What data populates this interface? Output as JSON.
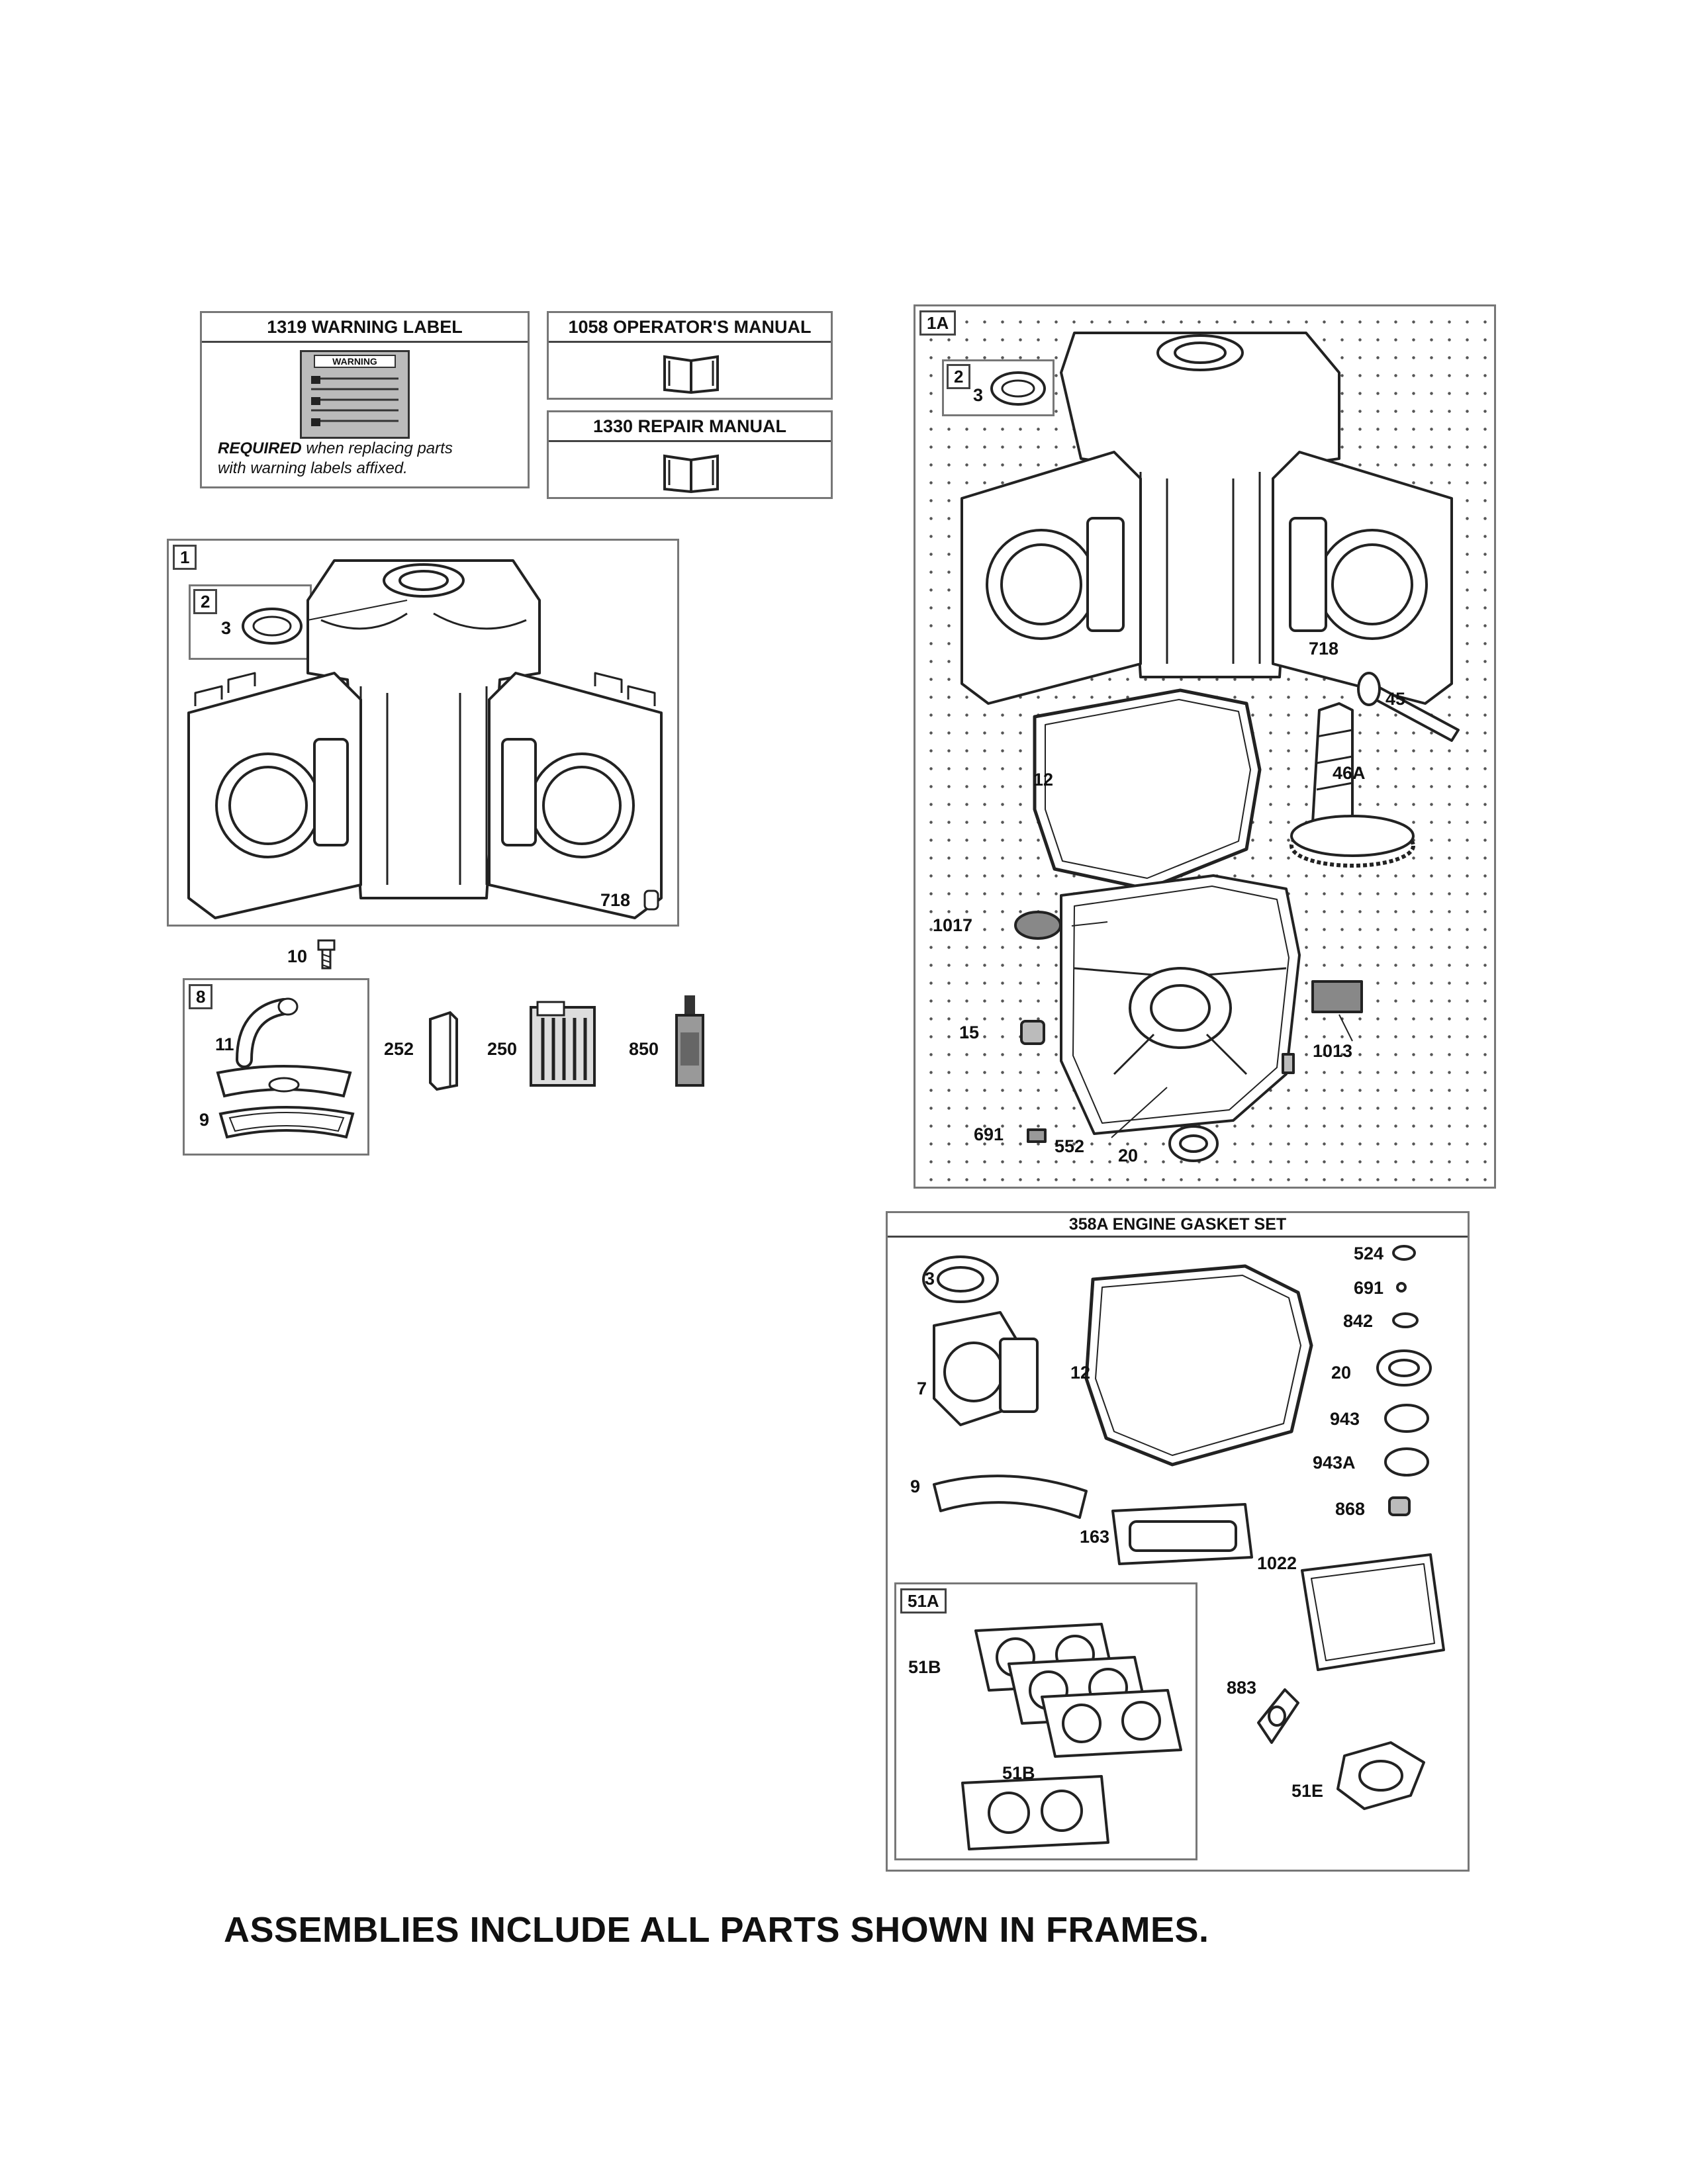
{
  "boxes": {
    "warning_label": {
      "title": "1319 WARNING LABEL",
      "note_bold": "REQUIRED",
      "note_rest": " when replacing parts",
      "note_line2": "with warning labels affixed.",
      "sticker_text": "WARNING"
    },
    "operators_manual": {
      "title": "1058 OPERATOR'S MANUAL"
    },
    "repair_manual": {
      "title": "1330 REPAIR MANUAL"
    }
  },
  "frame1": {
    "tag": "1",
    "subtag": "2",
    "labels": {
      "p3": "3",
      "p718": "718"
    }
  },
  "frame8": {
    "tag": "8",
    "labels": {
      "p10": "10",
      "p11": "11",
      "p9": "9"
    }
  },
  "loose_parts": {
    "p252": "252",
    "p250": "250",
    "p850": "850"
  },
  "frame1A": {
    "tag": "1A",
    "subtag": "2",
    "labels": {
      "p3": "3",
      "p718": "718",
      "p45": "45",
      "p46A": "46A",
      "p12": "12",
      "p1017": "1017",
      "p15": "15",
      "p1013": "1013",
      "p691": "691",
      "p552": "552",
      "p20": "20"
    }
  },
  "gasket_set": {
    "title": "358A ENGINE GASKET SET",
    "labels": {
      "p3": "3",
      "p7": "7",
      "p12": "12",
      "p9": "9",
      "p163": "163",
      "p524": "524",
      "p691": "691",
      "p842": "842",
      "p20": "20",
      "p943": "943",
      "p943A": "943A",
      "p868": "868",
      "p1022": "1022",
      "p883": "883",
      "p51E": "51E"
    },
    "subframe": {
      "tag": "51A",
      "p51B_a": "51B",
      "p51B_b": "51B"
    }
  },
  "footer": "ASSEMBLIES INCLUDE ALL PARTS SHOWN IN FRAMES."
}
